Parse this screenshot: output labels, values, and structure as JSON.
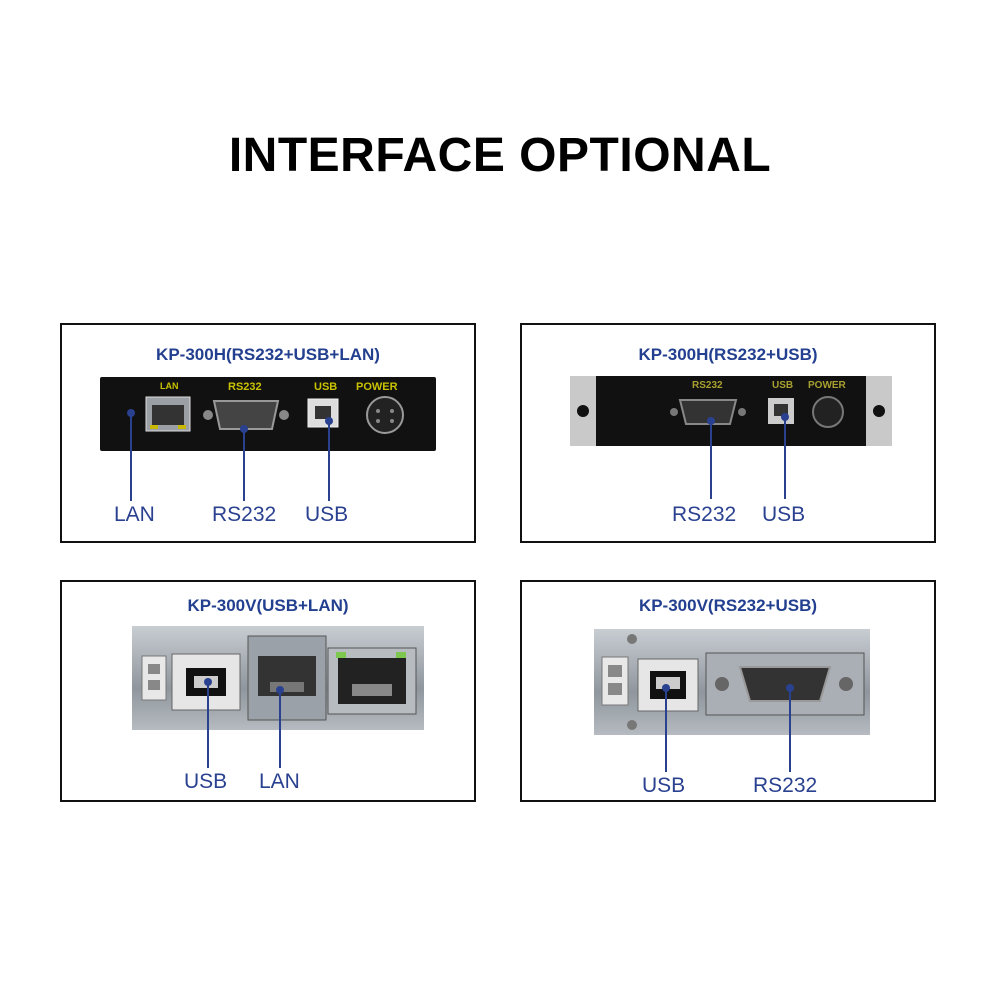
{
  "page": {
    "title": "INTERFACE OPTIONAL"
  },
  "panels": [
    {
      "title": "KP-300H(RS232+USB+LAN)",
      "port_labels": [
        "LAN",
        "RS232",
        "USB",
        "POWER"
      ],
      "callouts": [
        "LAN",
        "RS232",
        "USB"
      ]
    },
    {
      "title": "KP-300H(RS232+USB)",
      "port_labels": [
        "RS232",
        "USB",
        "POWER"
      ],
      "callouts": [
        "RS232",
        "USB"
      ]
    },
    {
      "title": "KP-300V(USB+LAN)",
      "callouts": [
        "USB",
        "LAN"
      ]
    },
    {
      "title": "KP-300V(RS232+USB)",
      "callouts": [
        "USB",
        "RS232"
      ]
    }
  ],
  "colors": {
    "label_blue": "#2a4190",
    "title_blue": "#233f8f",
    "port_yellow": "#c9c200"
  }
}
